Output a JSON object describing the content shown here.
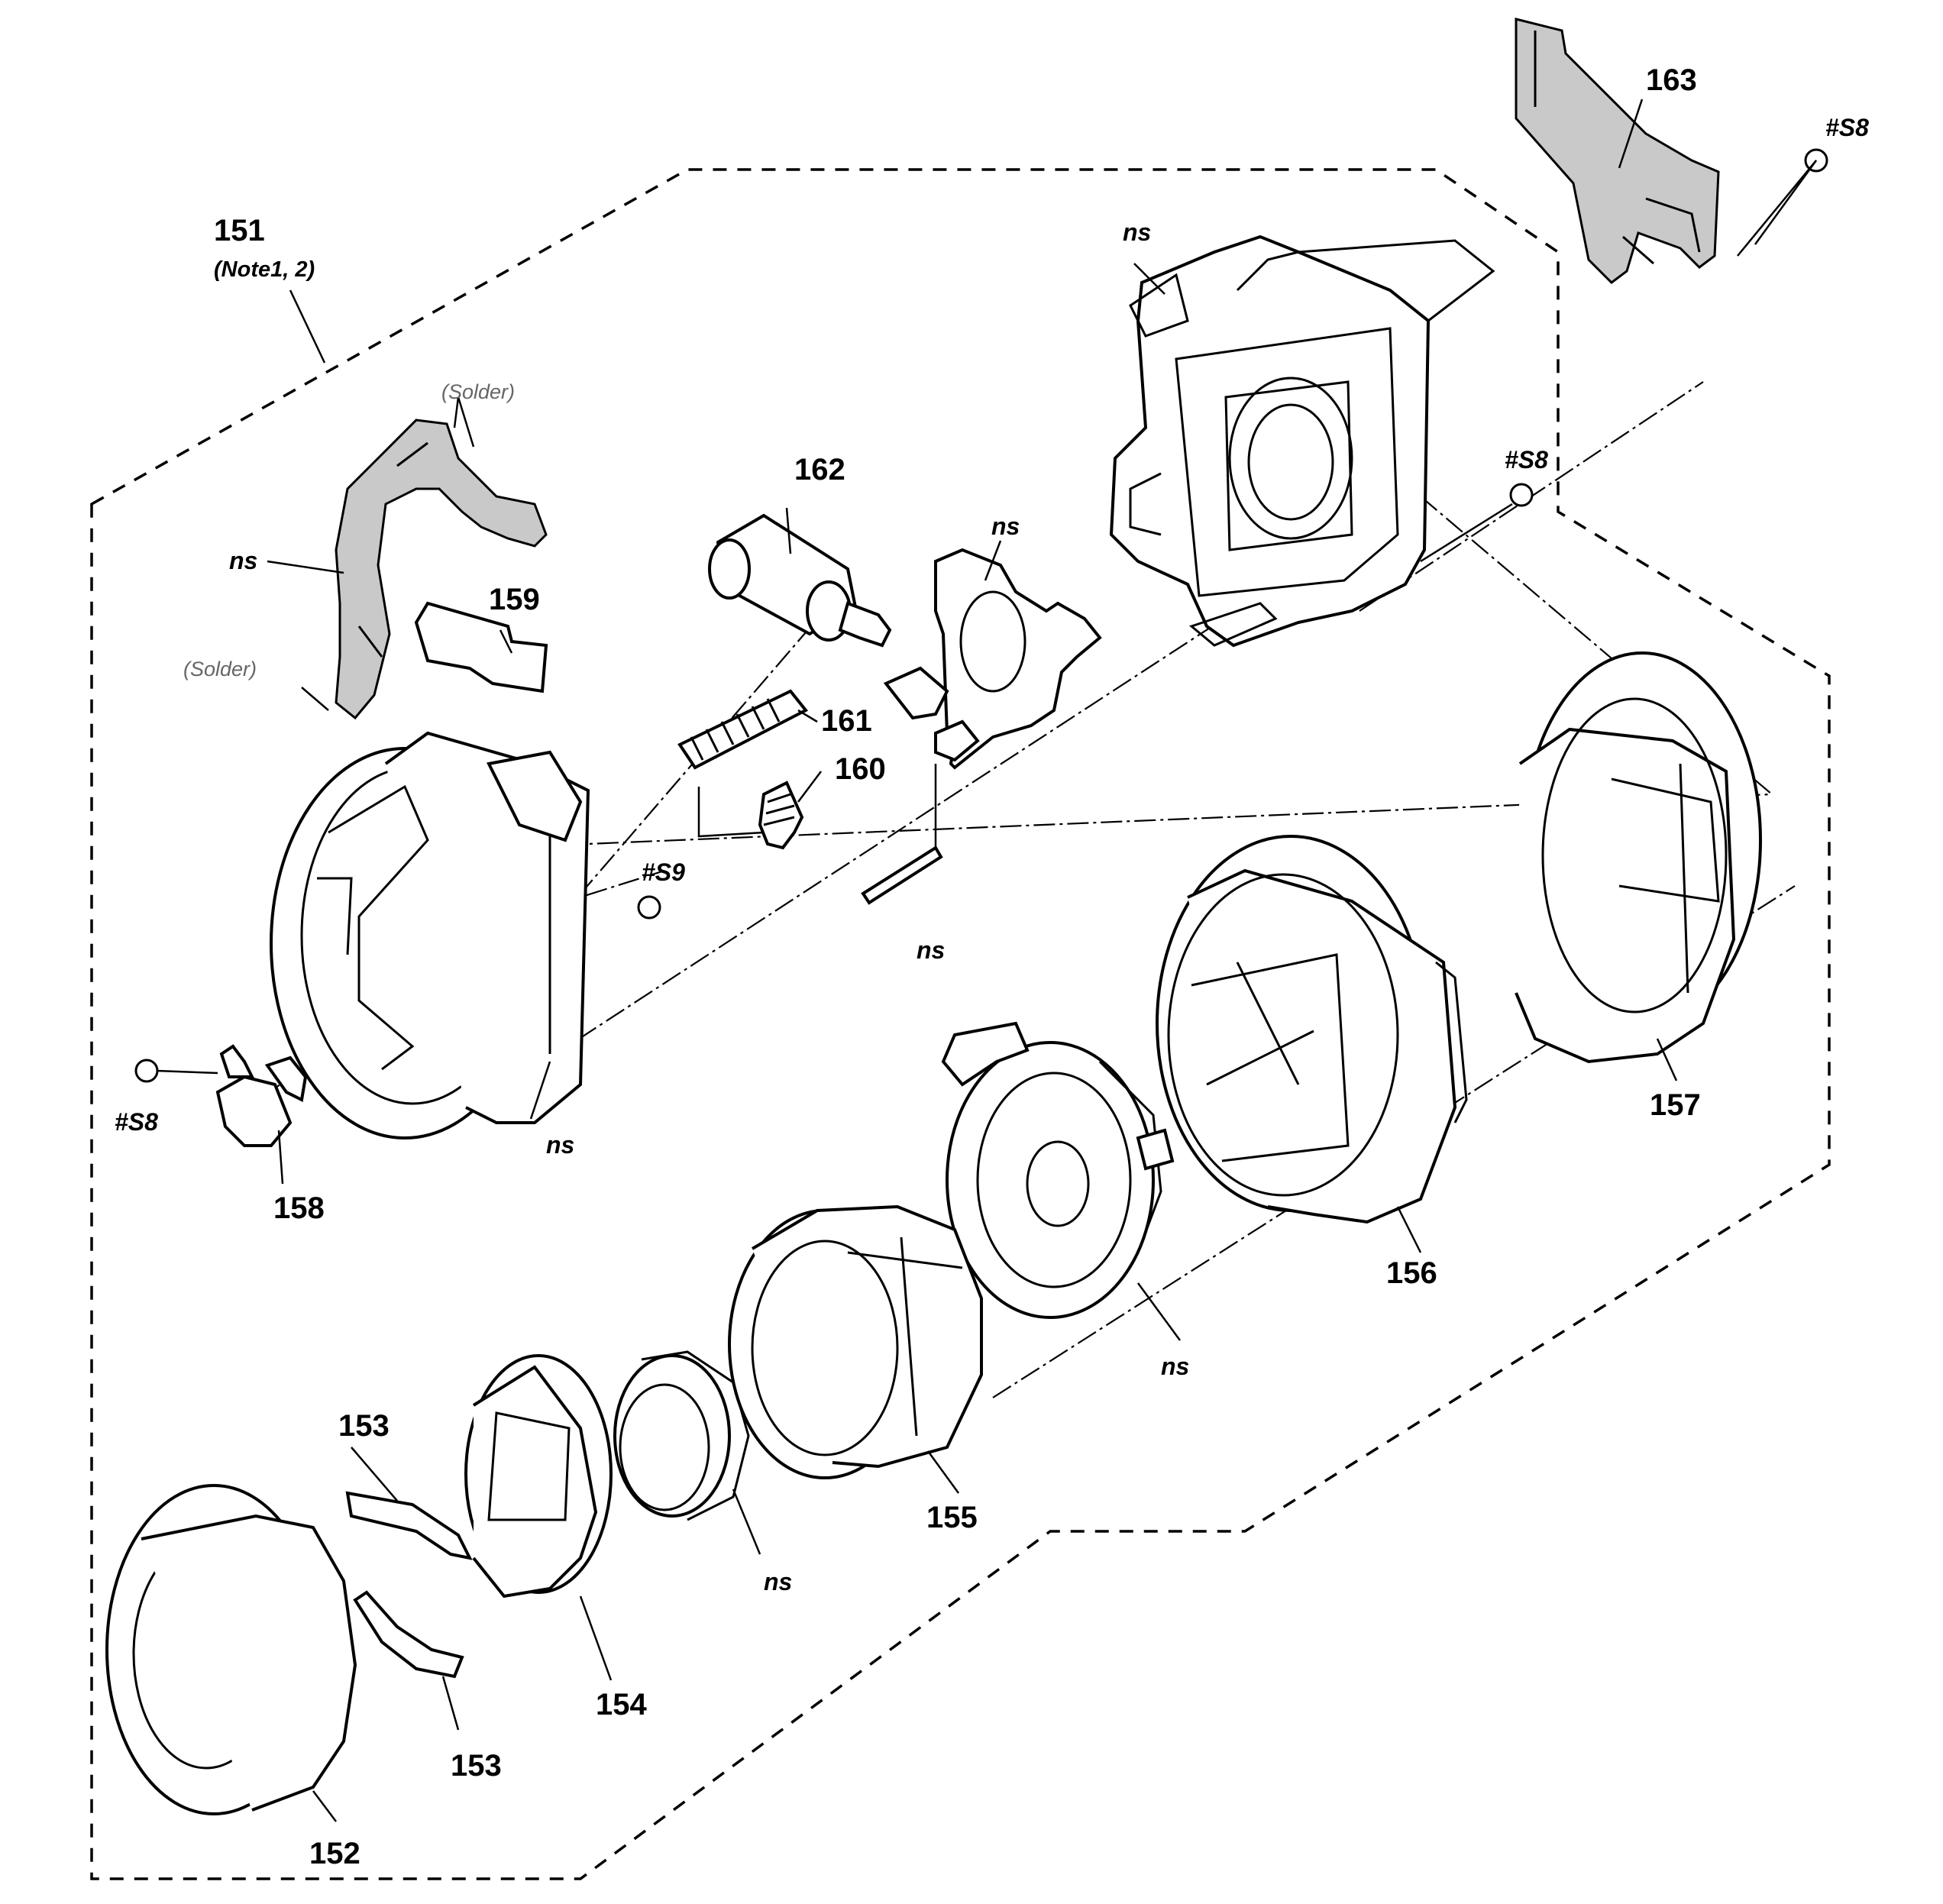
{
  "labels": {
    "p151": "151",
    "p151_note": "(Note1, 2)",
    "p152": "152",
    "p153_top": "153",
    "p153_bottom": "153",
    "p154": "154",
    "p155": "155",
    "p156": "156",
    "p157": "157",
    "p158": "158",
    "p159": "159",
    "p160": "160",
    "p161": "161",
    "p162": "162",
    "p163": "163",
    "s8_top_right": "#S8",
    "s8_middle_right": "#S8",
    "s8_left": "#S8",
    "s9": "#S9",
    "ns_flex": "ns",
    "ns_frame_top": "ns",
    "ns_bracket": "ns",
    "ns_spring": "ns",
    "ns_base": "ns",
    "ns_ring_mid": "ns",
    "ns_lens_group": "ns",
    "solder_top": "(Solder)",
    "solder_left": "(Solder)"
  }
}
